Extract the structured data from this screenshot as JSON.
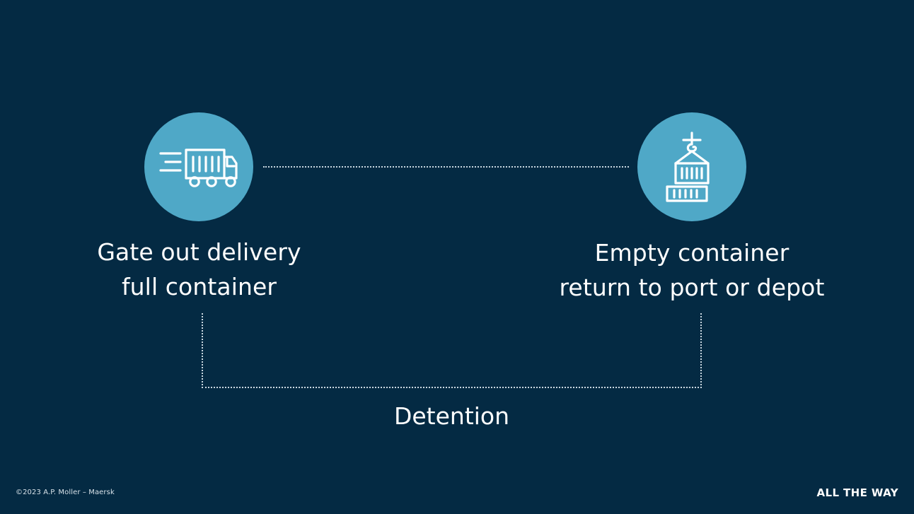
{
  "slide": {
    "background_color": "#042a43",
    "accent_color": "#4fa8c7",
    "line_color": "#c9d7e0",
    "text_color": "#ffffff"
  },
  "nodes": [
    {
      "id": "gate-out",
      "icon": "delivery-truck-icon",
      "label_line1": "Gate out delivery",
      "label_line2": "full container"
    },
    {
      "id": "empty-return",
      "icon": "container-crane-icon",
      "label_line1": "Empty container",
      "label_line2": "return to port or depot"
    }
  ],
  "bracket": {
    "label": "Detention"
  },
  "footer": {
    "copyright": "©2023 A.P. Moller – Maersk",
    "tagline": "ALL THE WAY"
  }
}
